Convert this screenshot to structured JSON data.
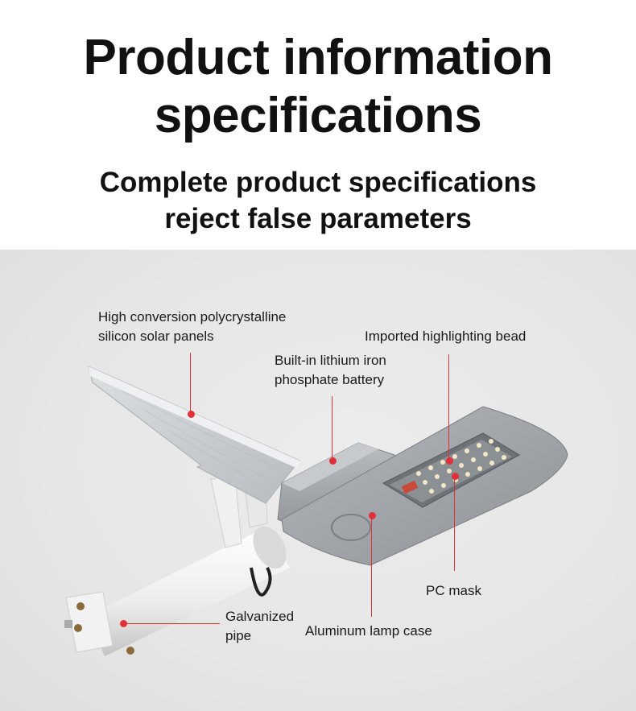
{
  "header": {
    "title_line1": "Product information",
    "title_line2": "specifications",
    "subtitle_line1": "Complete product specifications",
    "subtitle_line2": "reject false parameters"
  },
  "callouts": {
    "solar_panel": {
      "line1": "High conversion polycrystalline",
      "line2": "silicon solar panels"
    },
    "bead": {
      "line1": "Imported highlighting bead"
    },
    "battery": {
      "line1": "Built-in lithium iron",
      "line2": "phosphate battery"
    },
    "pc_mask": {
      "line1": "PC mask"
    },
    "pipe": {
      "line1": "Galvanized",
      "line2": "pipe"
    },
    "lamp_case": {
      "line1": "Aluminum lamp case"
    }
  },
  "colors": {
    "accent": "#e0303a",
    "background": "#e6e6e6",
    "lamp_body": "#9ea2a6"
  }
}
